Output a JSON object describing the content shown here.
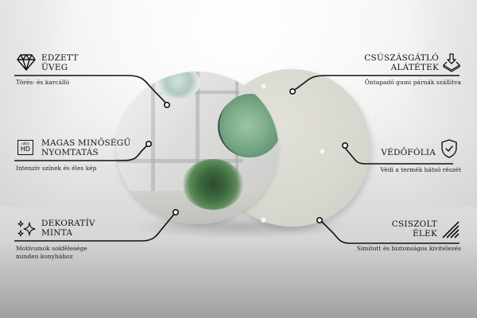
{
  "features": {
    "left": [
      {
        "icon": "diamond-icon",
        "title_line1": "EDZETT",
        "title_line2": "ÜVEG",
        "description_line1": "Törés- és karcálló",
        "description_line2": ""
      },
      {
        "icon": "ultra-hd-icon",
        "icon_text_small": "ultra",
        "icon_text_large": "HD",
        "title_line1": "MAGAS MINŐSÉGŰ",
        "title_line2": "NYOMTATÁS",
        "description_line1": "Intenzív színek és éles kép",
        "description_line2": ""
      },
      {
        "icon": "sparkles-icon",
        "title_line1": "DEKORATÍV",
        "title_line2": "MINTA",
        "description_line1": "Motívumok sokfélesége",
        "description_line2": "minden konyhához"
      }
    ],
    "right": [
      {
        "icon": "anti-slip-pads-icon",
        "title_line1": "CSÚSZÁSGÁTLÓ",
        "title_line2": "ALÁTÉTEK",
        "description_line1": "Öntapadó gumi párnák szállítva"
      },
      {
        "icon": "shield-check-icon",
        "title_line1": "VÉDŐFÓLIA",
        "title_line2": "",
        "description_line1": "Védi a termék hátsó részét"
      },
      {
        "icon": "polished-edges-icon",
        "title_line1": "CSISZOLT",
        "title_line2": "ÉLEK",
        "description_line1": "Simított és biztonságos kivitelezés"
      }
    ]
  },
  "product": {
    "front_image": "round glass cutting board with succulent plants print",
    "back_color": "#d9d8d0"
  },
  "colors": {
    "line": "#111111",
    "text": "#111111",
    "background_top": "#ffffff",
    "background_bottom": "#9e9e9e"
  }
}
